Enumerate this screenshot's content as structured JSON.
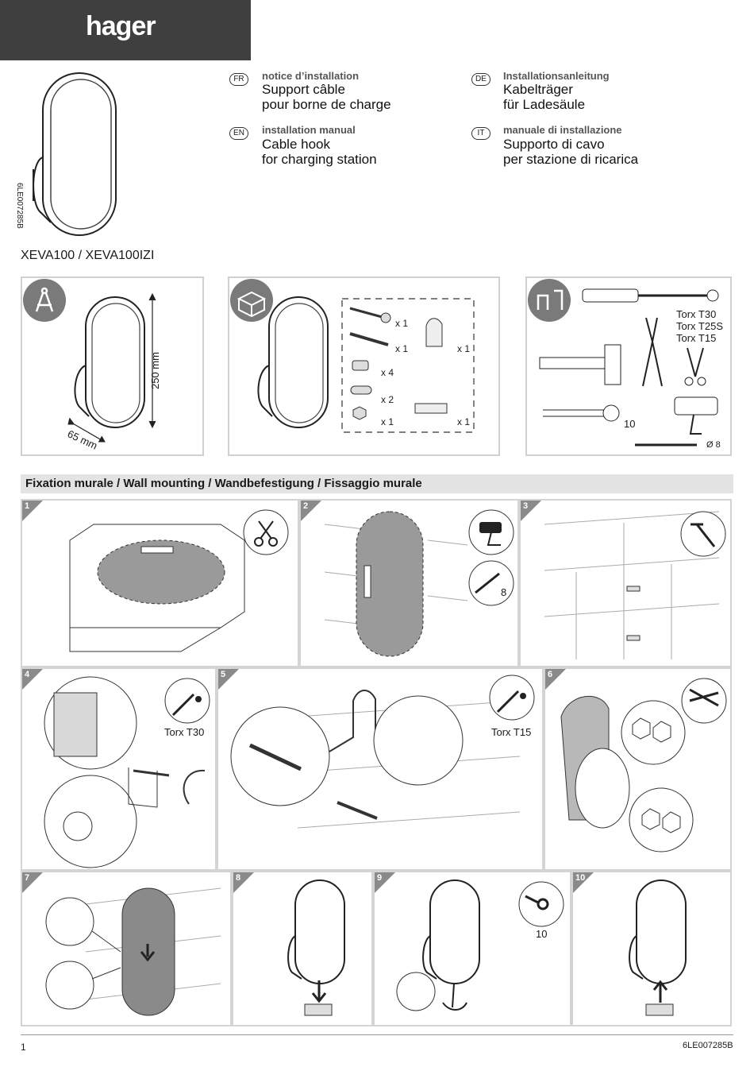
{
  "header": {
    "brand": "hager",
    "doc_ref_vertical": "6LE007285B"
  },
  "languages": [
    {
      "code": "FR",
      "heading": "notice d’installation",
      "line1": "Support câble",
      "line2": "pour borne de charge"
    },
    {
      "code": "DE",
      "heading": "Installationsanleitung",
      "line1": "Kabelträger",
      "line2": "für Ladesäule"
    },
    {
      "code": "EN",
      "heading": "installation manual",
      "line1": "Cable hook",
      "line2": "for charging station"
    },
    {
      "code": "IT",
      "heading": "manuale di installazione",
      "line1": "Supporto di cavo",
      "line2": "per stazione di ricarica"
    }
  ],
  "model": "XEVA100 / XEVA100IZI",
  "dimensions": {
    "height": "250 mm",
    "depth": "65 mm"
  },
  "contents": {
    "screw_long_qty": "x 1",
    "screw_plug_qty": "x 1",
    "bolt_qty": "x 4",
    "anchor_qty": "x 2",
    "nut_qty": "x 1",
    "hook_qty": "x 1",
    "base_qty": "x 1"
  },
  "tools": {
    "torx": [
      "Torx T30",
      "Torx T25S",
      "Torx T15"
    ],
    "wrench": "10",
    "drill_bit": "Ø 8"
  },
  "section": {
    "title": "Fixation murale / Wall mounting / Wandbefestigung / Fissaggio murale"
  },
  "steps": [
    {
      "num": "1"
    },
    {
      "num": "2",
      "drill": "8"
    },
    {
      "num": "3"
    },
    {
      "num": "4",
      "tool": "Torx T30"
    },
    {
      "num": "5",
      "tool": "Torx T15"
    },
    {
      "num": "6"
    },
    {
      "num": "7"
    },
    {
      "num": "8"
    },
    {
      "num": "9",
      "wrench": "10"
    },
    {
      "num": "10"
    }
  ],
  "footer": {
    "page": "1",
    "ref": "6LE007285B"
  },
  "colors": {
    "logo_bar": "#3f3f3f",
    "step_badge": "#8a8a8a",
    "section_bar": "#e3e3e3"
  }
}
